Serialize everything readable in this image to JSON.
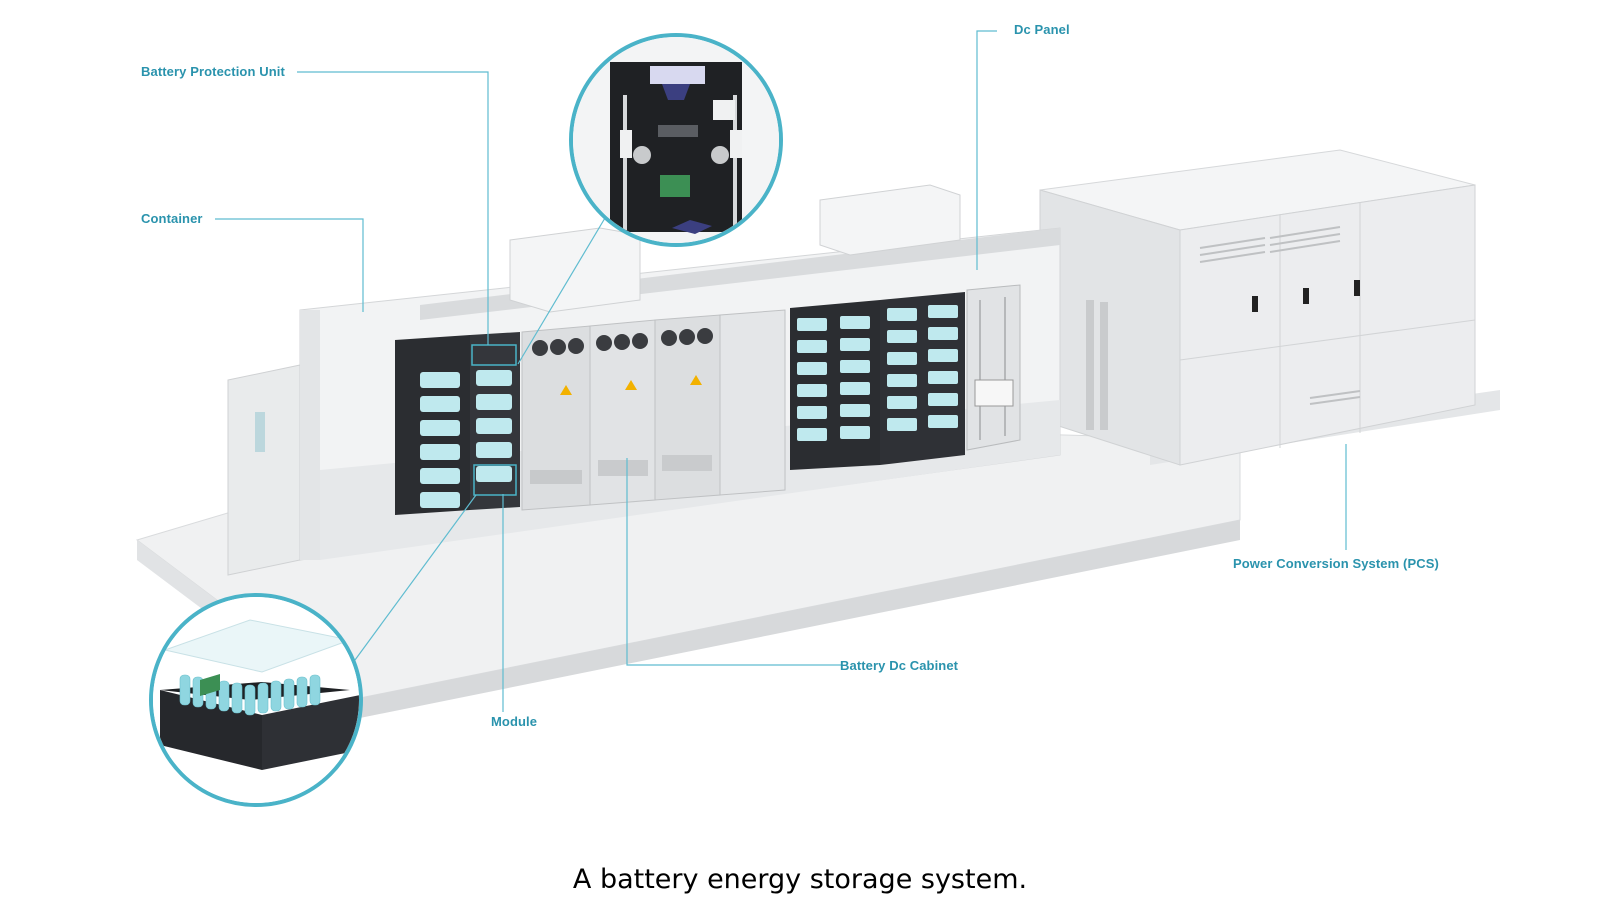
{
  "diagram": {
    "labels": {
      "battery_protection_unit": "Battery Protection Unit",
      "container": "Container",
      "dc_panel": "Dc Panel",
      "power_conversion_system": "Power Conversion System (PCS)",
      "battery_dc_cabinet": "Battery Dc Cabinet",
      "module": "Module"
    },
    "caption": "A battery energy storage system.",
    "colors": {
      "accent": "#2a93ad",
      "circle_ring": "#4ab3c8",
      "cell": "#bfe9ee",
      "cabinet_dark": "#2b2d31",
      "enclosure": "#eceeef"
    }
  }
}
